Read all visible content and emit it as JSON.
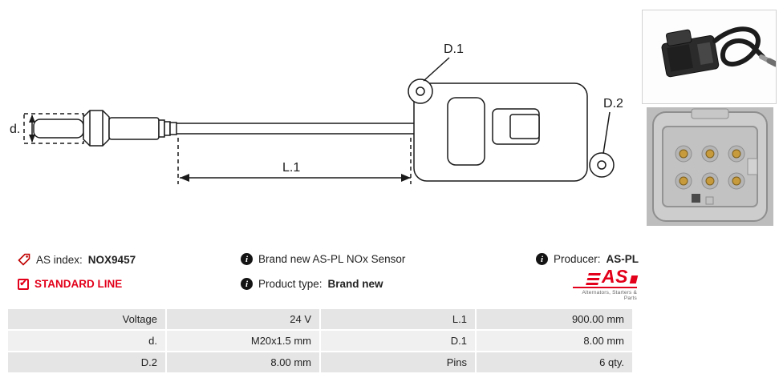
{
  "diagram": {
    "d_label": "d.",
    "l1_label": "L.1",
    "d1_label": "D.1",
    "d2_label": "D.2"
  },
  "info": {
    "as_index_label": "AS index:",
    "as_index_value": "NOX9457",
    "standard_line_label": "STANDARD LINE",
    "description": "Brand new AS-PL NOx Sensor",
    "product_type_label": "Product type:",
    "product_type_value": "Brand new",
    "producer_label": "Producer:",
    "producer_value": "AS-PL",
    "info_icon_glyph": "i",
    "check_glyph": "✔",
    "logo_text": "AS",
    "logo_caption": "Alternators, Starters & Parts"
  },
  "colors": {
    "accent_red": "#e2001a",
    "line": "#1a1a1a"
  },
  "table": {
    "rows": [
      [
        {
          "label": "Voltage",
          "value": "24 V"
        },
        {
          "label": "L.1",
          "value": "900.00 mm"
        }
      ],
      [
        {
          "label": "d.",
          "value": "M20x1.5 mm"
        },
        {
          "label": "D.1",
          "value": "8.00 mm"
        }
      ],
      [
        {
          "label": "D.2",
          "value": "8.00 mm"
        },
        {
          "label": "Pins",
          "value": "6 qty."
        }
      ]
    ]
  }
}
